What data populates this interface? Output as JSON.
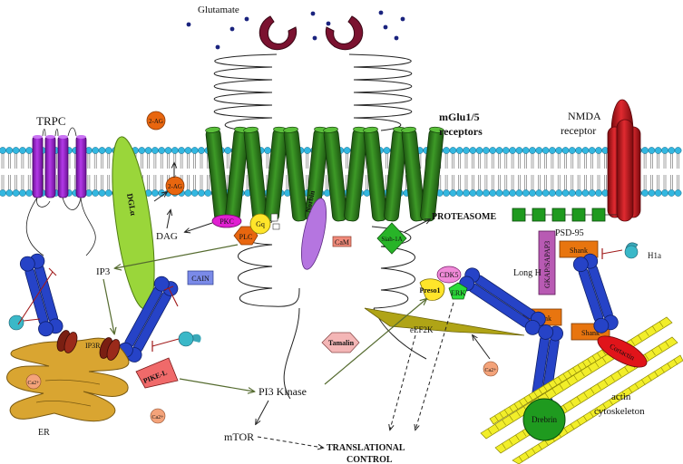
{
  "labels": {
    "glutamate": "Glutamate",
    "trpc": "TRPC",
    "two_ag_top": "2-AG",
    "two_ag_inner": "2-AG",
    "mglu_line1": "mGlu1/5",
    "mglu_line2": "receptors",
    "nmda_line1": "NMDA",
    "nmda_line2": "receptor",
    "dgla": "DGLα",
    "dag": "DAG",
    "pkc": "PKC",
    "plc": "PLC",
    "gq": "Gq",
    "norbin": "Norbin",
    "proteasome": "PROTEASOME",
    "siah": "Siah-1A",
    "cam": "CaM",
    "psd95": "PSD-95",
    "shank_top": "Shank",
    "shank_mid": "Shank",
    "shank_low": "Shank",
    "h1a": "H1a",
    "gkap": "GKAP/SAPAP3",
    "ip3": "IP3",
    "cain": "CAIN",
    "cdk5": "CDK5",
    "long_h": "Long H",
    "preso": "Preso1",
    "erk": "ERK",
    "eef2k": "eEF2K",
    "ip3r": "IP3R",
    "pike": "PIKE-L",
    "tamalin": "Tamalin",
    "ca_er": "Ca2+",
    "ca_lower": "Ca2+",
    "ca_mid": "Ca2+",
    "er": "ER",
    "pi3k": "PI3 Kinase",
    "mtor": "mTOR",
    "transl_line1": "TRANSLATIONAL",
    "transl_line2": "CONTROL",
    "cortactin": "Cortactin",
    "drebrin": "Drebrin",
    "actin_line1": "actin",
    "actin_line2": "cytoskeleton"
  },
  "colors": {
    "membrane_head": "#33b7e0",
    "mglu_green": "#2e7d1d",
    "trpc_purple": "#9b1fd1",
    "nmda_red": "#c0141a",
    "glutamate_dot": "#1a237e",
    "homer_blue": "#2643c7",
    "er_gold": "#d9a531",
    "dgl_green": "#9ad63a",
    "shank_orange": "#e8750f",
    "actin_yellow": "#f2ee2a",
    "drebrin_green": "#1f9a1f",
    "cortactin_red": "#e0141a"
  }
}
